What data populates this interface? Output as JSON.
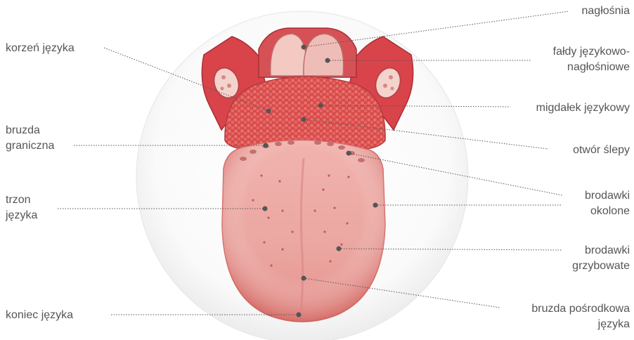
{
  "colors": {
    "text": "#555555",
    "leader": "#555555",
    "circle": "#f3f3f3",
    "tongue_body": "#e99a9a",
    "tongue_edge": "#d9746e",
    "root_red": "#d9474a",
    "pore": "#c95c5c"
  },
  "labels": {
    "nagłośnia": "nagłośnia",
    "fałdy": "fałdy językowo-\nnagłośniowe",
    "migdałek": "migdałek językowy",
    "otwór": "otwór ślepy",
    "okolone": "brodawki\nokolone",
    "grzybowate": "brodawki\ngrzybowate",
    "pośrodkowa": "bruzda pośrodkowa\njęzyka",
    "korzeń": "korzeń języka",
    "graniczna": "bruzda\ngraniczna",
    "trzon": "trzon\njęzyka",
    "koniec": "koniec języka"
  }
}
